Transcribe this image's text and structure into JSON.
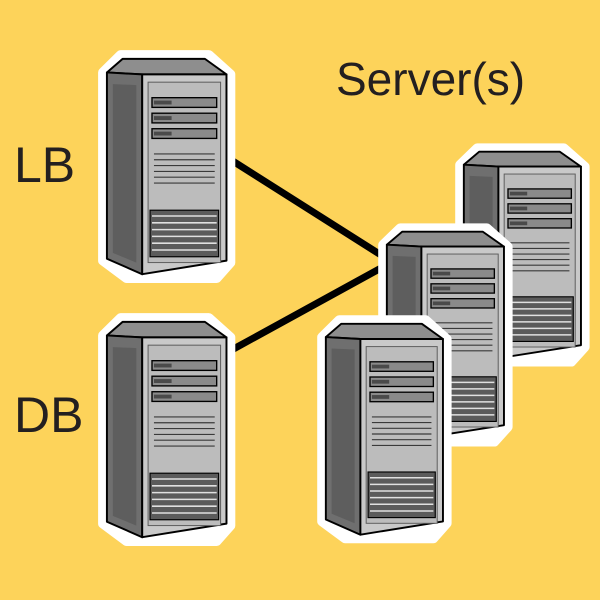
{
  "diagram": {
    "labels": {
      "lb": "LB",
      "db": "DB",
      "servers": "Server(s)"
    },
    "nodes": [
      {
        "id": "lb",
        "icon": "server-tower-icon"
      },
      {
        "id": "db",
        "icon": "server-tower-icon"
      },
      {
        "id": "server-1",
        "icon": "server-tower-icon"
      },
      {
        "id": "server-2",
        "icon": "server-tower-icon"
      },
      {
        "id": "server-3",
        "icon": "server-tower-icon"
      }
    ],
    "connections": [
      {
        "from": "lb",
        "to": "servers"
      },
      {
        "from": "db",
        "to": "servers"
      }
    ],
    "colors": {
      "background": "#fdd35a",
      "outline": "#000000",
      "halo": "#ffffff",
      "case_light": "#c9c9c9",
      "case_mid": "#a7a7a7",
      "case_dark": "#6f6f6f",
      "text": "#231f20"
    }
  }
}
